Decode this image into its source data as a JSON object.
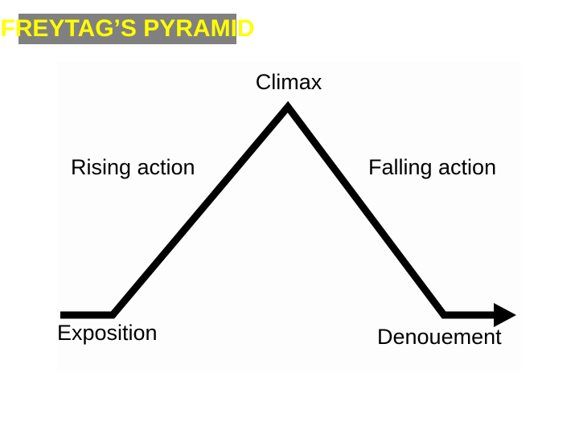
{
  "slide": {
    "title": "FREYTAG’S PYRAMID",
    "title_bg_color": "#808080",
    "title_text_color": "#FFFF00",
    "background_color": "#FFFFFF"
  },
  "diagram": {
    "type": "plot-structure-pyramid",
    "line_color": "#000000",
    "labels": {
      "climax": "Climax",
      "rising_action": "Rising action",
      "falling_action": "Falling action",
      "exposition": "Exposition",
      "denouement": "Denouement"
    }
  }
}
